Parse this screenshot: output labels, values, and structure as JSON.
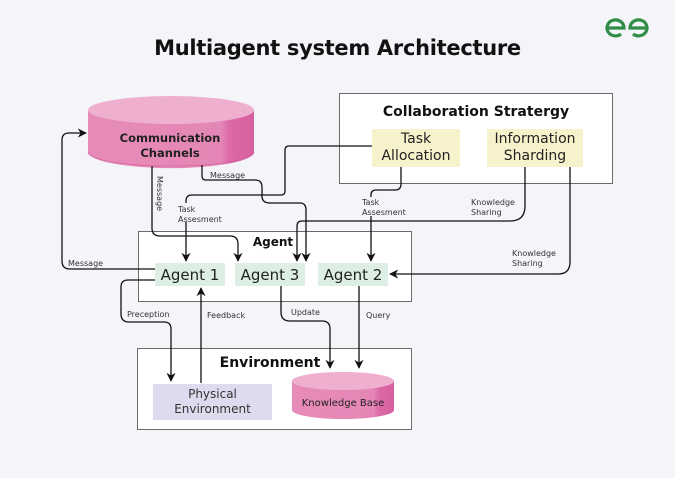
{
  "title": "Multiagent system Architecture",
  "logo": {
    "icon": "geeksforgeeks-logo-icon",
    "color": "#2f8d46"
  },
  "colors": {
    "background": "#f3f5f8",
    "cylinder_pink": "#e67fb3",
    "strategy_node": "#f8f2cc",
    "agent_node": "#ddefe4",
    "physical_env_node": "#dcdcee"
  },
  "communication_channels": {
    "label_line1": "Communication",
    "label_line2": "Channels"
  },
  "collaboration": {
    "title": "Collaboration Stratergy",
    "task_allocation": {
      "line1": "Task",
      "line2": "Allocation"
    },
    "information_sharding": {
      "line1": "Information",
      "line2": "Sharding"
    }
  },
  "agent_group": {
    "title": "Agent",
    "agents": [
      "Agent 1",
      "Agent 3",
      "Agent 2"
    ]
  },
  "environment": {
    "title": "Environment",
    "physical": {
      "line1": "Physical",
      "line2": "Environment"
    },
    "knowledge_base": "Knowledge Base"
  },
  "edge_labels": {
    "message_vertical": "Message",
    "message_horizontal": "Message",
    "message_left": "Message",
    "task_assessment_1": {
      "line1": "Task",
      "line2": "Assesment"
    },
    "task_assessment_2": {
      "line1": "Task",
      "line2": "Assesment"
    },
    "knowledge_sharing_1": {
      "line1": "Knowledge",
      "line2": "Sharing"
    },
    "knowledge_sharing_2": {
      "line1": "Knowledge",
      "line2": "Sharing"
    },
    "preception": "Preception",
    "feedback": "Feedback",
    "update": "Update",
    "query": "Query"
  }
}
